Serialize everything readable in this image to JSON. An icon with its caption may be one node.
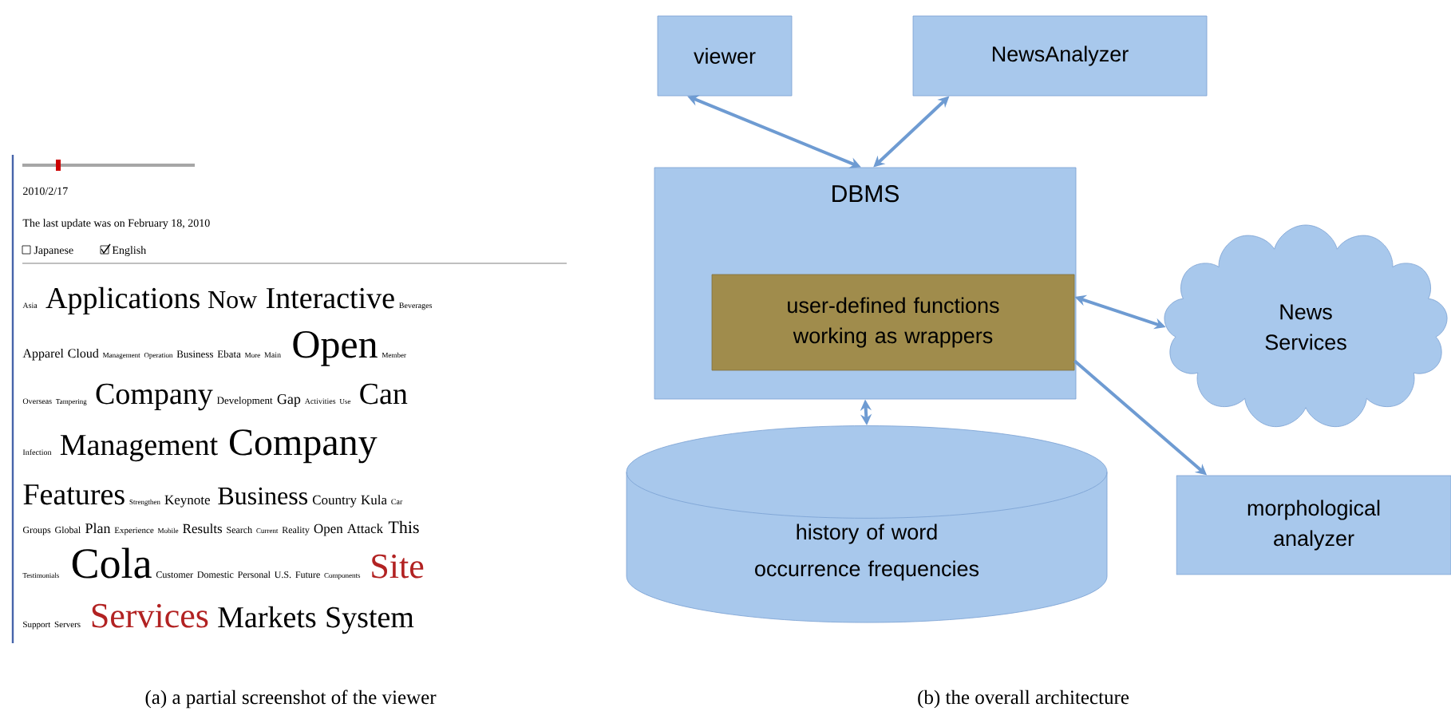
{
  "diagram": {
    "nodes": [
      {
        "text": [
          "viewer"
        ]
      },
      {
        "text": [
          "NewsAnalyzer"
        ]
      },
      {
        "text": [
          "DBMS"
        ]
      },
      {
        "text": [
          "user-defined functions working as wrappers"
        ],
        "in": 2
      },
      {
        "text": [
          "News Services"
        ]
      },
      {
        "text": [
          "history of word occurrence frequencies"
        ]
      },
      {
        "text": [
          "morphological analyzer"
        ]
      }
    ],
    "edges": [
      {
        "from": 0,
        "to": 2,
        "arrow": "both"
      },
      {
        "from": 1,
        "to": 2,
        "arrow": "both"
      },
      {
        "from": 3,
        "to": 4,
        "arrow": "both"
      },
      {
        "from": 3,
        "to": 6,
        "arrow": "to"
      },
      {
        "from": 2,
        "to": 5,
        "arrow": "both"
      }
    ],
    "labels": [
      "2010/2/17",
      "The last update was on February 18, 2010",
      "Japanese",
      "English",
      "Asia",
      "Applications",
      "Now",
      "Interactive",
      "Beverages",
      "Apparel",
      "Cloud",
      "Management",
      "Operation",
      "Business",
      "Ebata",
      "More",
      "Main",
      "Open",
      "Member",
      "Overseas",
      "Tampering",
      "Company",
      "Development",
      "Gap",
      "Activities",
      "Use",
      "Can",
      "Infection",
      "Management",
      "Company",
      "Features",
      "Strengthen",
      "Keynote",
      "Business",
      "Country",
      "Kula",
      "Car",
      "Groups",
      "Global",
      "Plan",
      "Experience",
      "Mobile",
      "Results",
      "Search",
      "Current",
      "Reality",
      "Open",
      "Attack",
      "This",
      "Testimonials",
      "Cola",
      "Customer",
      "Domestic",
      "Personal",
      "U.S.",
      "Future",
      "Components",
      "Site",
      "Support",
      "Servers",
      "Services",
      "Markets",
      "System",
      "(a) a partial screenshot of the viewer",
      "(b) the overall architecture"
    ]
  }
}
